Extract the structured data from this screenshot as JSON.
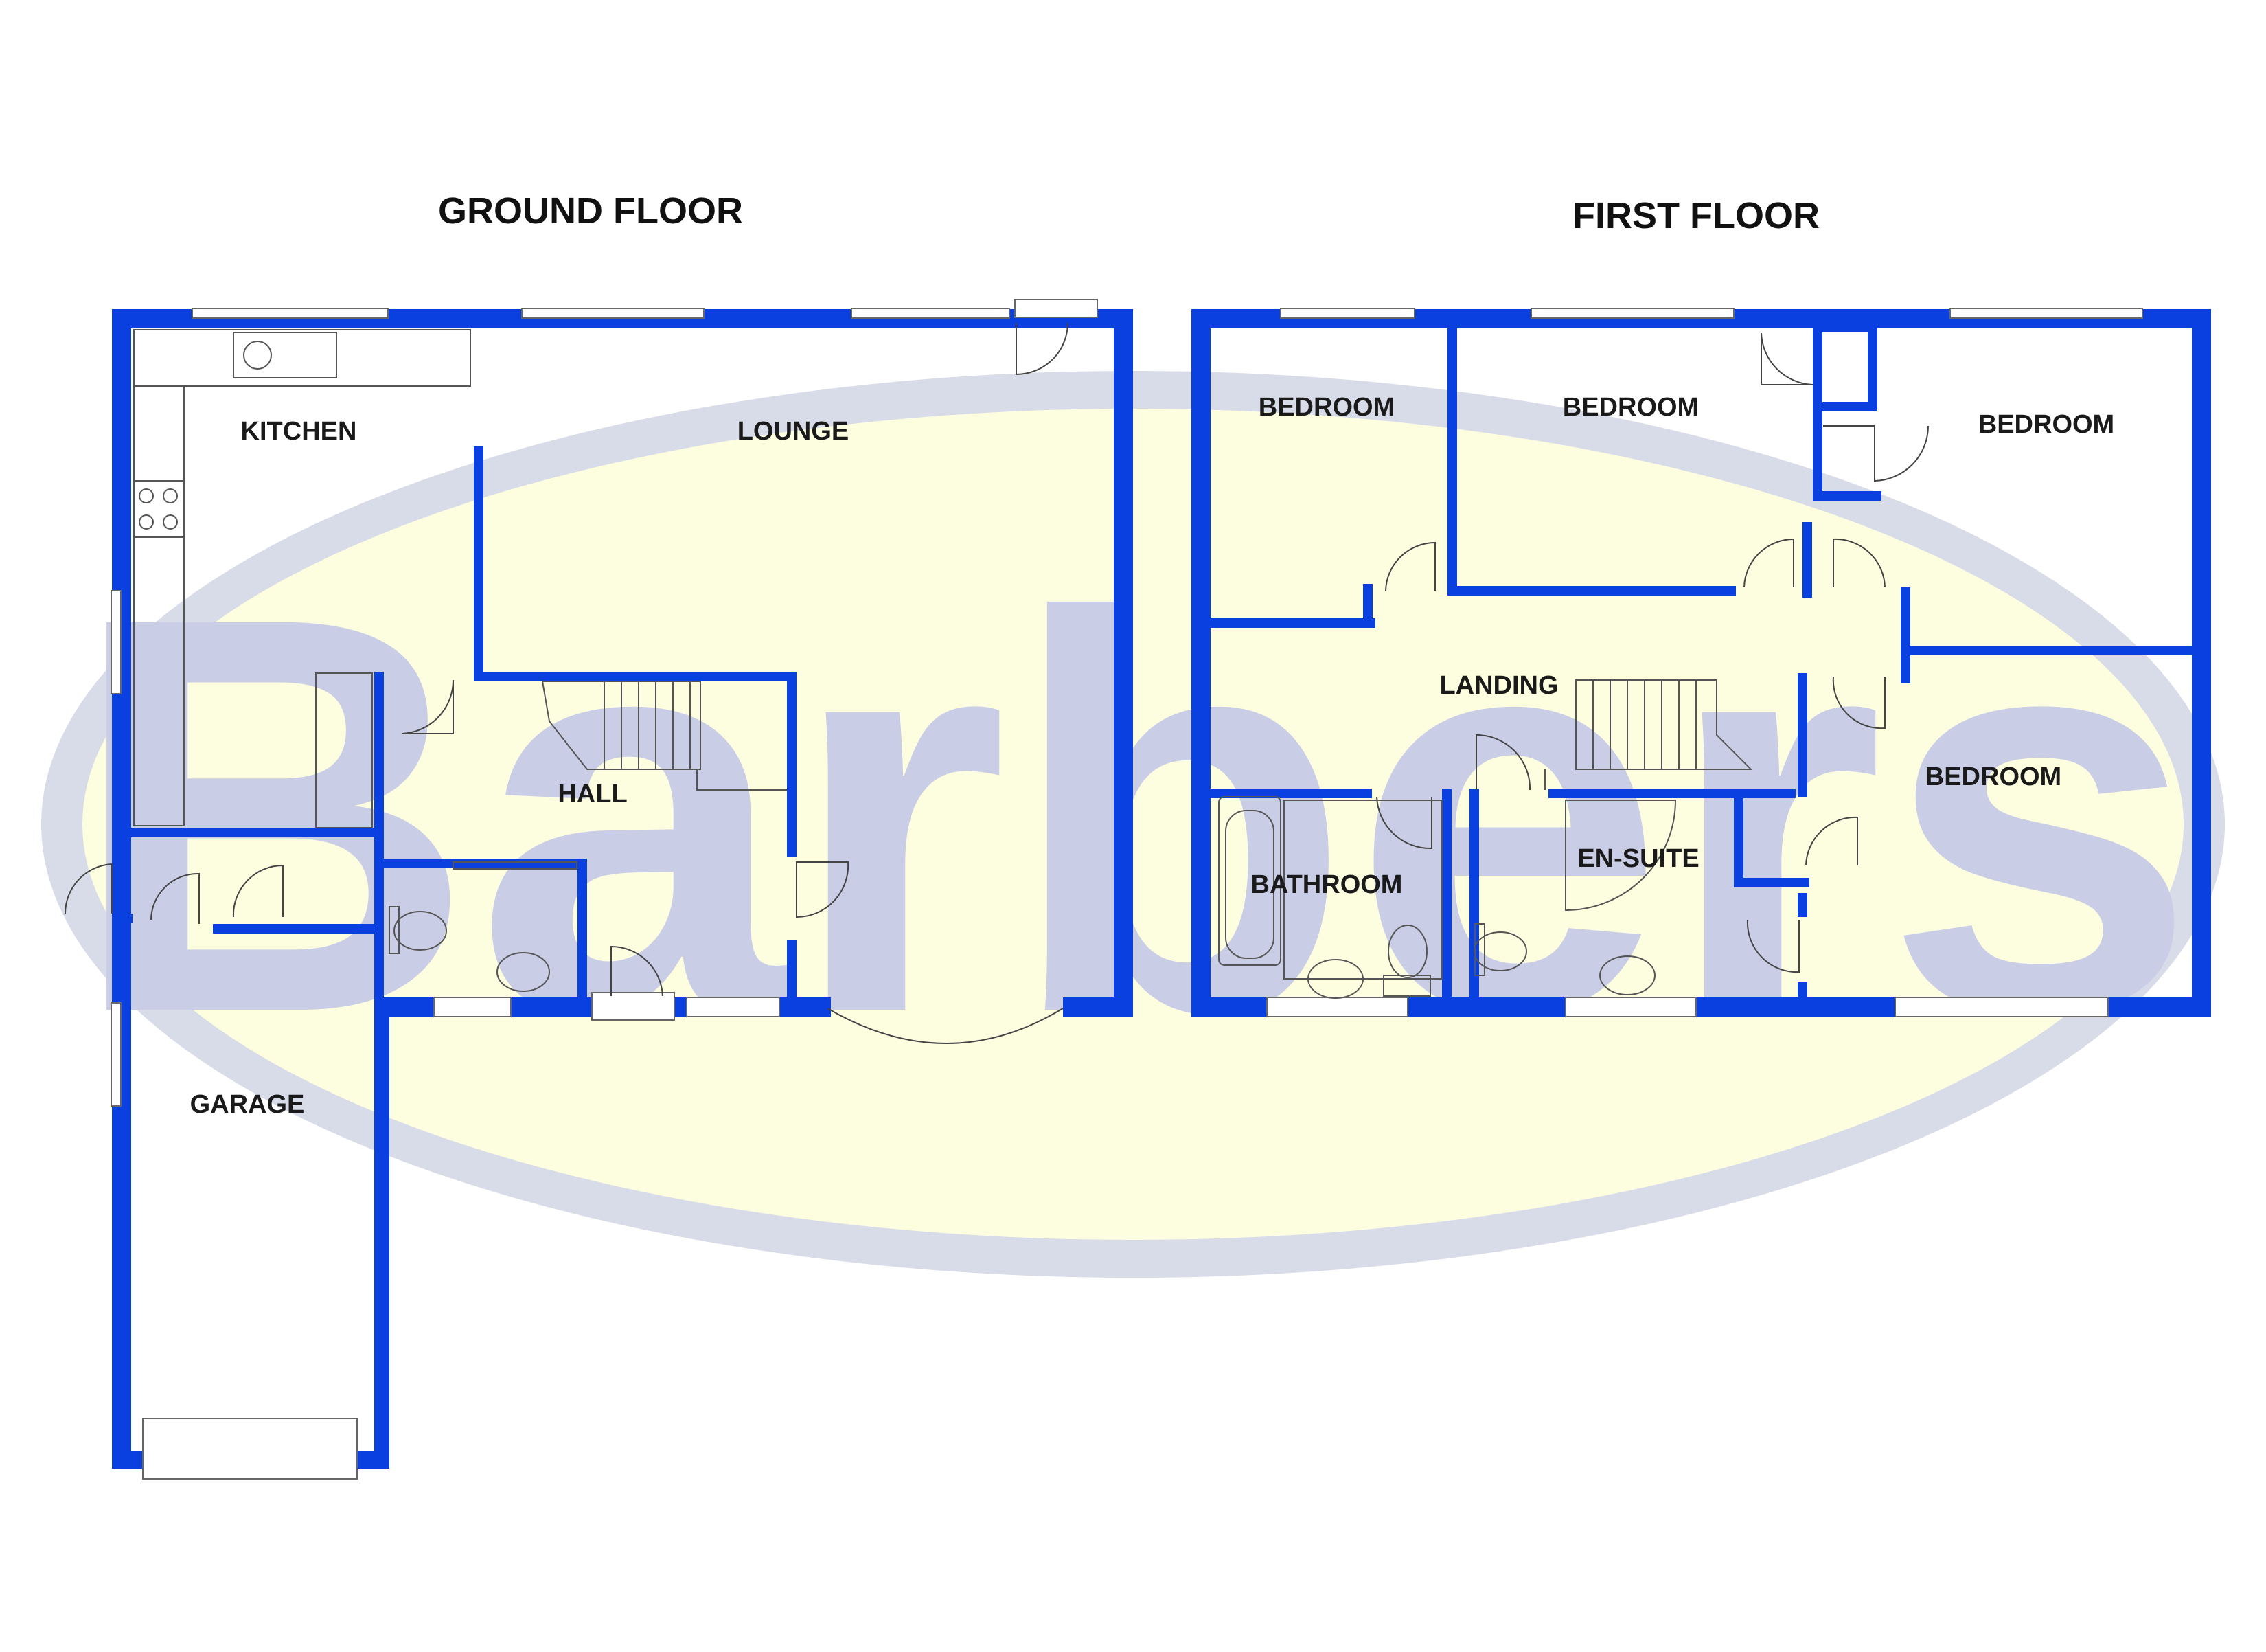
{
  "watermark": {
    "brand": "Barbers",
    "ring_color": "#d8dbe8",
    "fill_color": "#fdfde0",
    "text_color": "#c9cde6"
  },
  "ground_floor": {
    "title": "GROUND FLOOR",
    "rooms": {
      "kitchen": "KITCHEN",
      "lounge": "LOUNGE",
      "hall": "HALL",
      "garage": "GARAGE"
    }
  },
  "first_floor": {
    "title": "FIRST FLOOR",
    "rooms": {
      "bedroom_1": "BEDROOM",
      "bedroom_2": "BEDROOM",
      "bedroom_3": "BEDROOM",
      "bedroom_4": "BEDROOM",
      "landing": "LANDING",
      "bathroom": "BATHROOM",
      "en_suite": "EN-SUITE"
    }
  },
  "colors": {
    "wall": "#0a3fe0",
    "fixture_line": "#555555",
    "background": "#ffffff"
  }
}
